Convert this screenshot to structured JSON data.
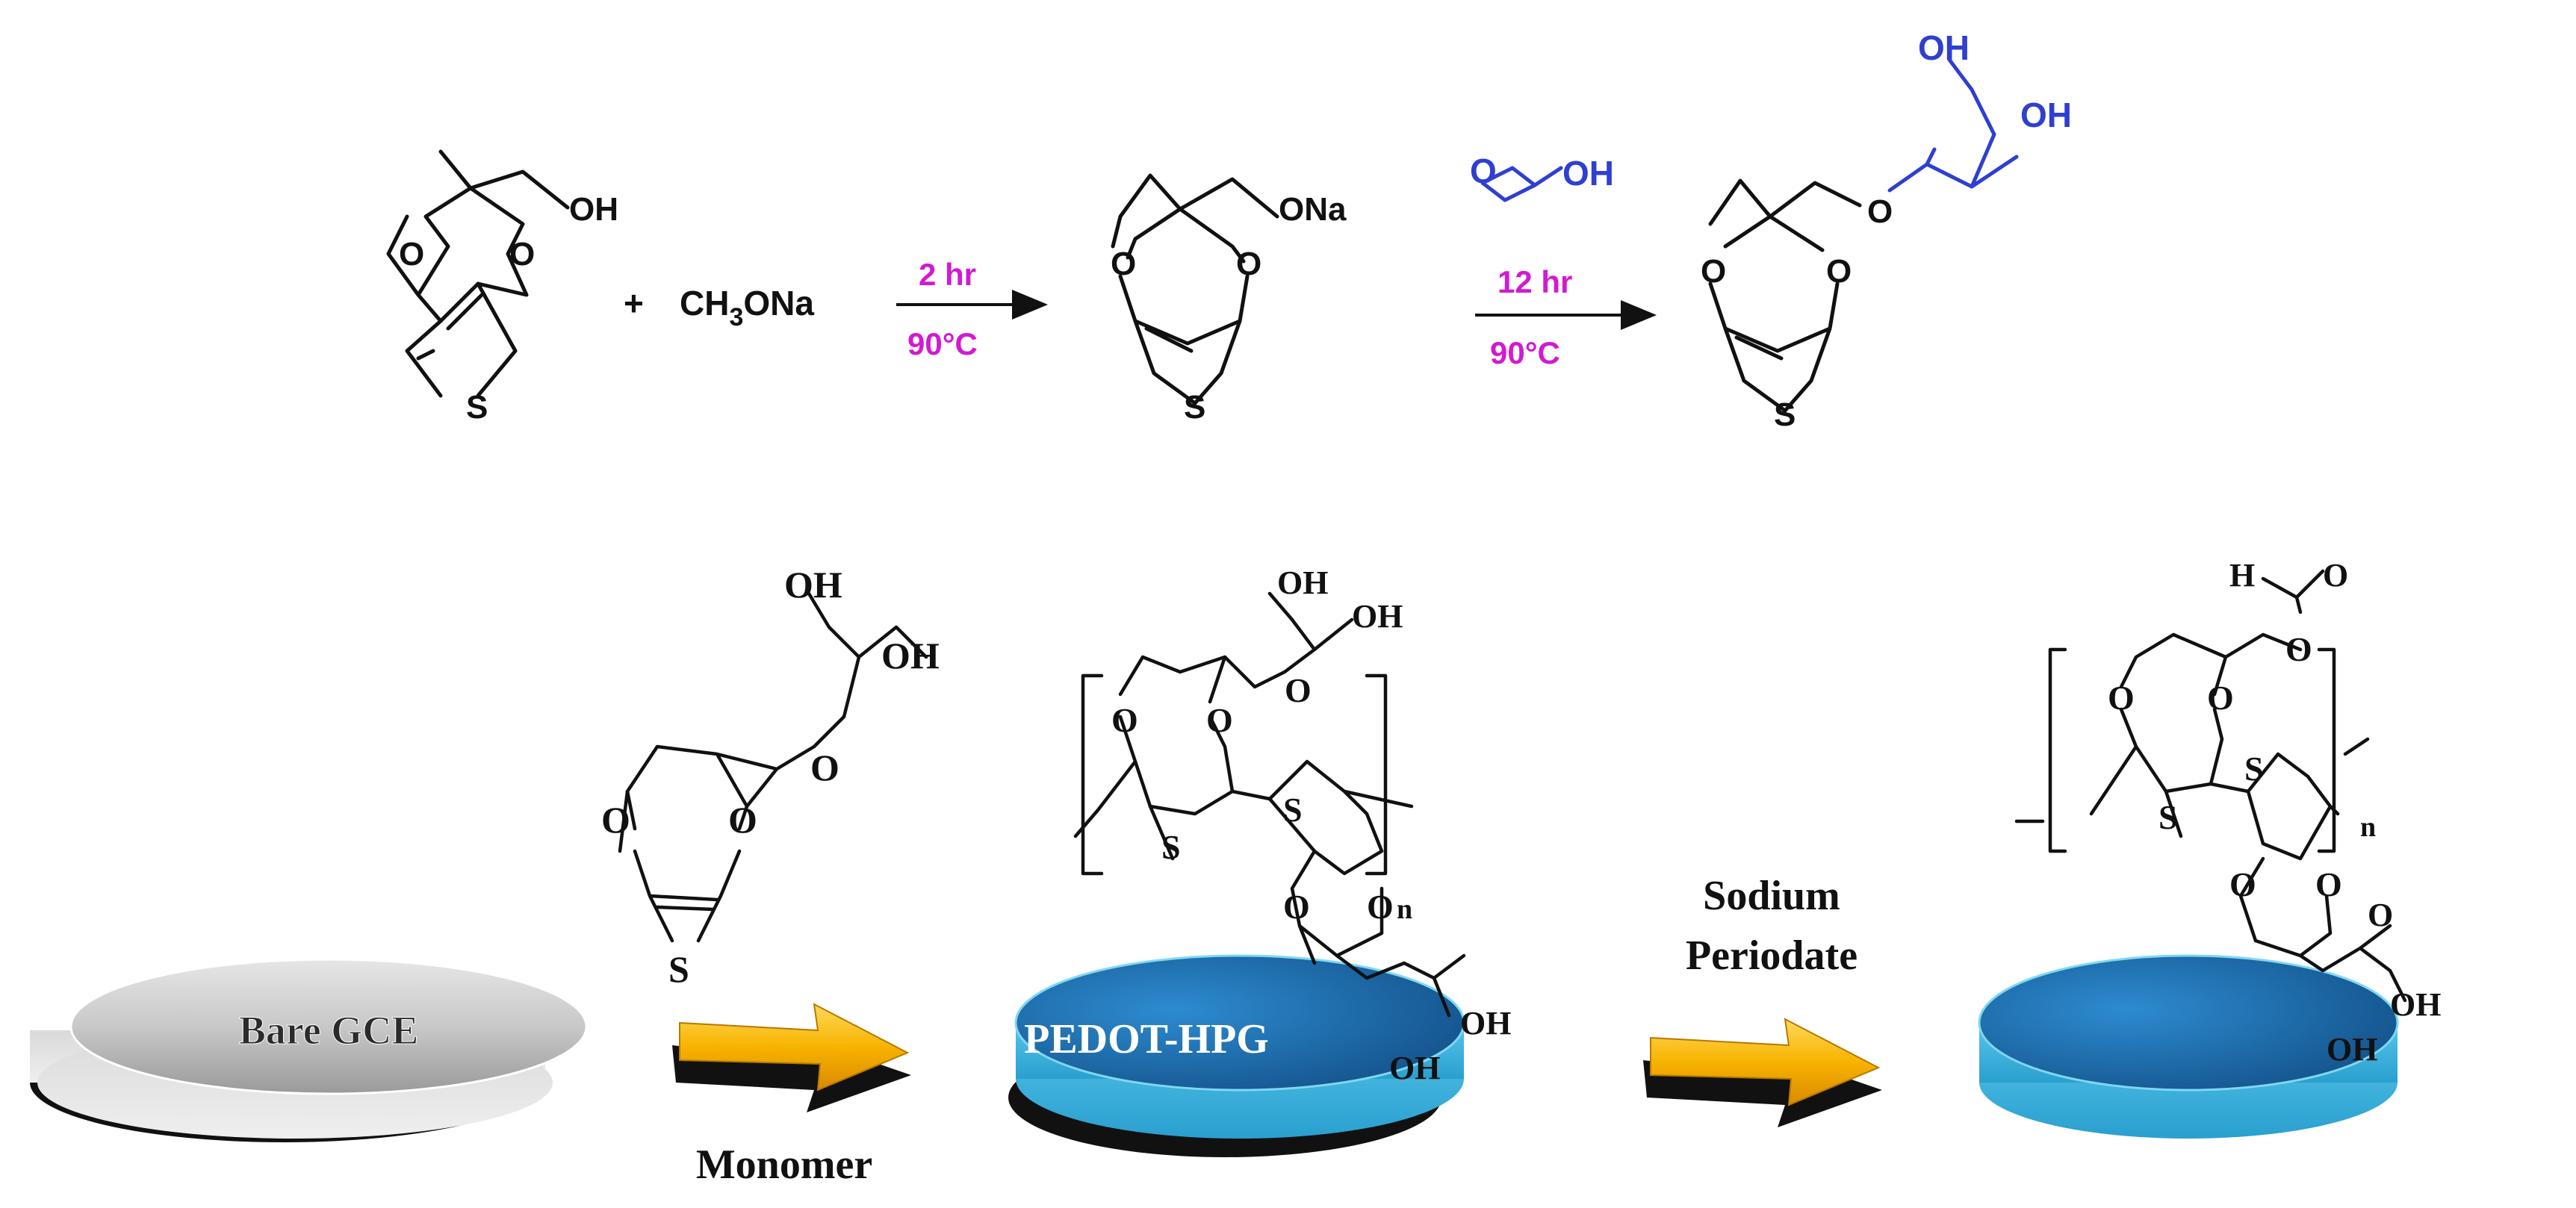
{
  "colors": {
    "condition_text": "#d21ad2",
    "reagent_blue": "#2f3fd0",
    "bare_electrode": "#c9c9c9",
    "coated_electrode": "#1e6ea8",
    "arrow_gold": "#f5a800"
  },
  "top_scheme": {
    "reactant_oh": "OH",
    "plus": "+",
    "reagent_main": "CH",
    "reagent_sub": "3",
    "reagent_tail": "ONa",
    "step1_time": "2 hr",
    "step1_temp": "90°C",
    "intermediate_ona": "ONa",
    "glycidol_oh": "OH",
    "step2_time": "12 hr",
    "step2_temp": "90°C",
    "product_oh_top": "OH",
    "product_oh_right": "OH",
    "ring_o": "O",
    "ring_s": "S"
  },
  "bottom_scheme": {
    "electrode1_label": "Bare GCE",
    "monomer_label": "Monomer",
    "monomer_oh1": "OH",
    "monomer_oh2": "OH",
    "electrode2_label": "PEDOT-HPG",
    "polymer_oh1": "OH",
    "polymer_oh2": "OH",
    "polymer_n": "n",
    "surface_oh1": "OH",
    "surface_oh2": "OH",
    "oxidant_line1": "Sodium",
    "oxidant_line2": "Periodate",
    "aldehyde_h": "H",
    "aldehyde_o": "O",
    "polymer2_n": "n",
    "surface2_oh1": "OH",
    "surface2_oh2": "OH",
    "ring_o": "O",
    "ring_s": "S"
  }
}
